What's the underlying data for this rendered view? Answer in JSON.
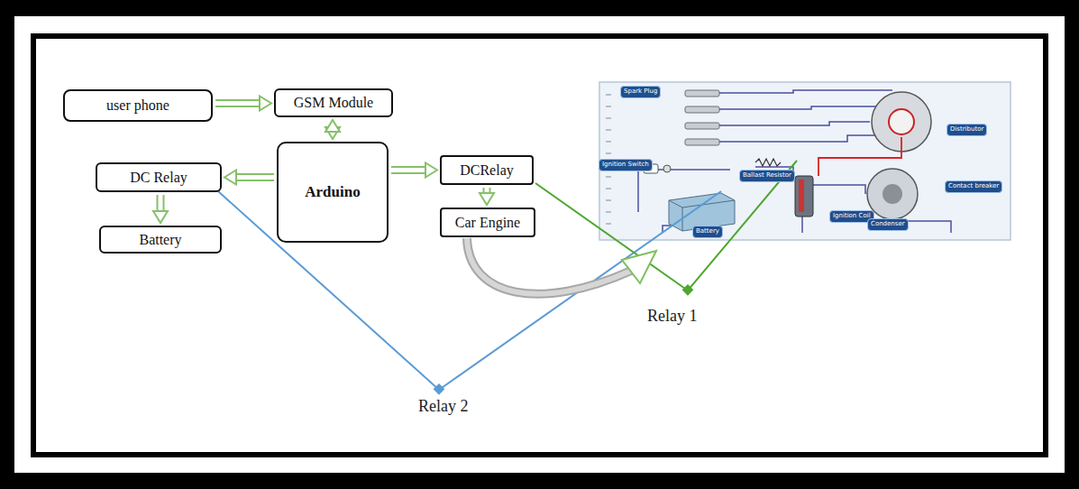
{
  "diagram": {
    "nodes": [
      {
        "text": [
          "user phone"
        ]
      },
      {
        "text": [
          "GSM Module"
        ]
      },
      {
        "text": [
          "DC Relay"
        ]
      },
      {
        "text": [
          "Arduino"
        ]
      },
      {
        "text": [
          "DCRelay"
        ]
      },
      {
        "text": [
          "Battery"
        ]
      },
      {
        "text": [
          "Car Engine"
        ]
      }
    ],
    "edges": [
      {
        "from": 0,
        "to": 1,
        "arrow": "to"
      },
      {
        "from": 1,
        "to": 3,
        "arrow": "both"
      },
      {
        "from": 3,
        "to": 2,
        "arrow": "to"
      },
      {
        "from": 2,
        "to": 5,
        "arrow": "to"
      },
      {
        "from": 3,
        "to": 4,
        "arrow": "to"
      },
      {
        "from": 4,
        "to": 6,
        "arrow": "to"
      }
    ],
    "labels": [
      "Relay 1",
      "Relay 2",
      "Spark Plug",
      "Ignition Switch",
      "Ballast Resistor",
      "Distributor",
      "Contact breaker",
      "Ignition Coil",
      "Condenser",
      "Battery"
    ]
  }
}
